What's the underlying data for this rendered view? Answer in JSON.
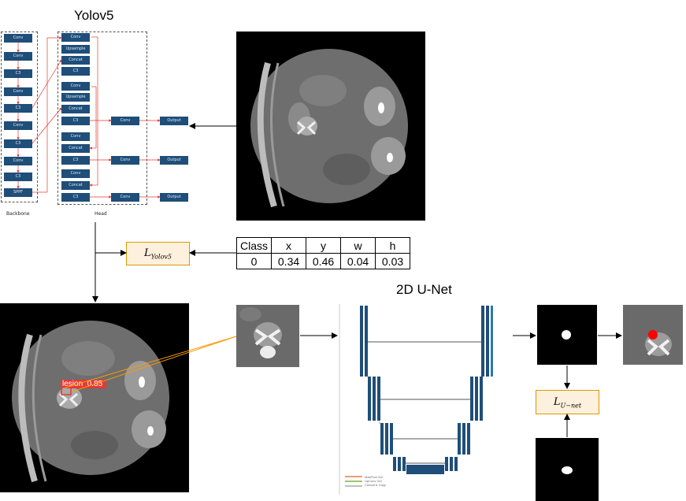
{
  "yolo_title": "Yolov5",
  "unet_title": "2D U-Net",
  "backbone": {
    "label": "Backbone",
    "blocks": [
      "Conv",
      "Conv",
      "C3",
      "Conv",
      "C3",
      "Conv",
      "C3",
      "Conv",
      "C3",
      "SPPF"
    ]
  },
  "head": {
    "label": "Head",
    "blocks": [
      "Conv",
      "Upsample",
      "Concat",
      "C3",
      "Conv",
      "Upsample",
      "Concat",
      "C3",
      "Conv",
      "Concat",
      "C3",
      "Conv",
      "Concat",
      "C3"
    ],
    "convs": [
      "Conv",
      "Conv",
      "Conv"
    ],
    "outputs": [
      "Output",
      "Output",
      "Output"
    ]
  },
  "loss_yolo": {
    "symbol": "L",
    "sub": "Yolov5"
  },
  "loss_unet": {
    "symbol": "L",
    "sub": "U−net"
  },
  "label_table": {
    "headers": [
      "Class",
      "x",
      "y",
      "w",
      "h"
    ],
    "row": [
      "0",
      "0.34",
      "0.46",
      "0.04",
      "0.03"
    ]
  },
  "detection_label": "lesion  0.85",
  "unet_legend": [
    "MaxPool 2x2",
    "UpConv 2x2",
    "Concat & Copy"
  ],
  "colors": {
    "block": "#1f4e79",
    "loss_fill": "#fdf0dc",
    "loss_border": "#d79b00",
    "detect": "#e53935",
    "mask_red": "#ff0000"
  }
}
